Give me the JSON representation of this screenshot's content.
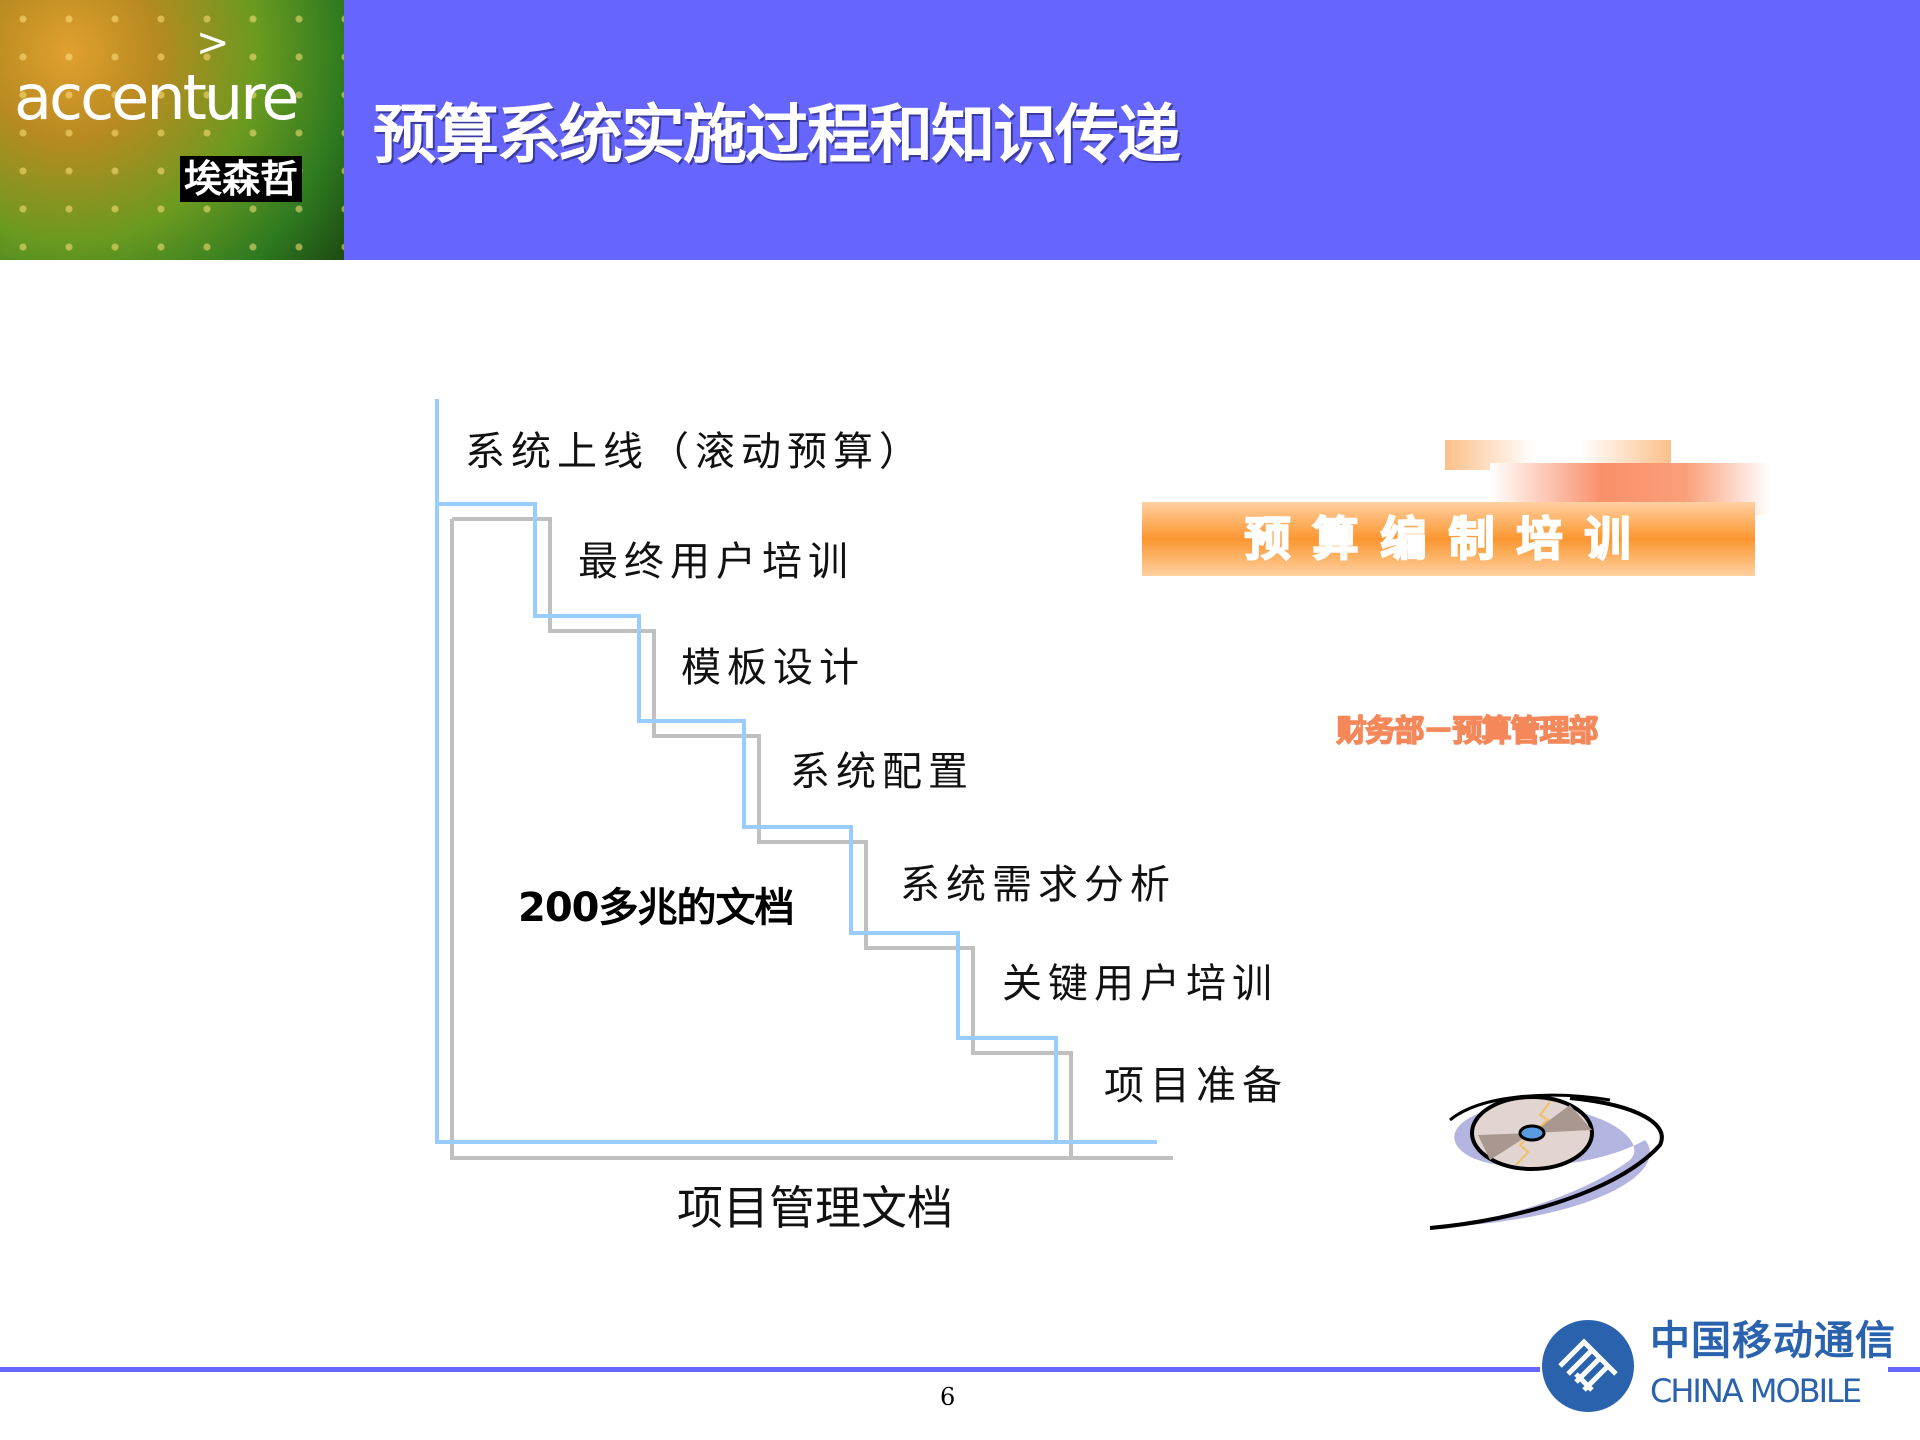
{
  "header": {
    "logo": {
      "wordmark": "accenture",
      "chinese": "埃森哲"
    },
    "title": "预算系统实施过程和知识传递"
  },
  "staircase": {
    "steps": [
      "系统上线（滚动预算）",
      "最终用户培训",
      "模板设计",
      "系统配置",
      "系统需求分析",
      "关键用户培训",
      "项目准备"
    ],
    "inner_label": "200多兆的文档",
    "bottom_label": "项目管理文档",
    "colors": {
      "stairs": "#99ccff",
      "shadow": "#c0c0c0"
    }
  },
  "training": {
    "banner": "预算编制培训",
    "department": "财务部－预算管理部",
    "colors": {
      "banner": "#fb9630",
      "department": "#f4885a"
    }
  },
  "cd_icon": "cd-disc-icon",
  "footer": {
    "page_number": "6",
    "logo": {
      "chinese": "中国移动通信",
      "english": "CHINA MOBILE"
    },
    "line_color": "#6666ff"
  }
}
